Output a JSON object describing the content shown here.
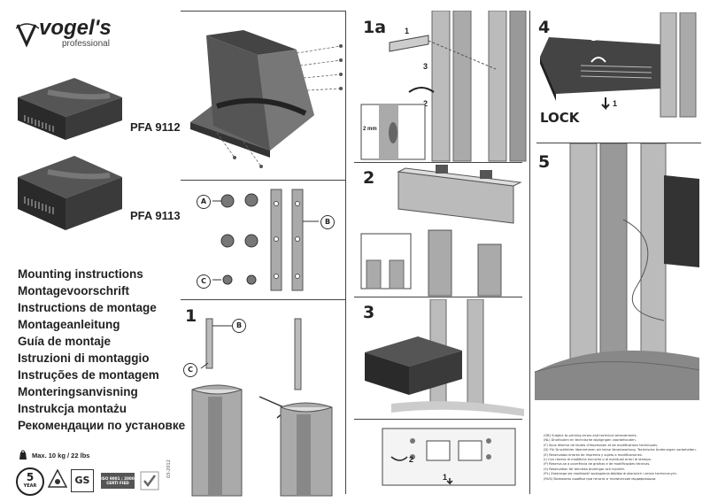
{
  "brand": {
    "name": "vogel's",
    "tagline": "professional"
  },
  "products": [
    {
      "model": "PFA 9112"
    },
    {
      "model": "PFA 9113"
    }
  ],
  "languages": [
    "Mounting instructions",
    "Montagevoorschrift",
    "Instructions de montage",
    "Montageanleitung",
    "Guía de montaje",
    "Istruzioni di montaggio",
    "Instruções de montagem",
    "Monteringsanvisning",
    "Instrukcja montażu",
    "Рекомендации по установке"
  ],
  "max_load": "Max. 10 kg / 22 lbs",
  "certs": {
    "years_num": "5",
    "years_word": "YEAR",
    "gs": "GS",
    "iso_line1": "ISO 9001 : 2000",
    "iso_line2": "CERTI FIED"
  },
  "print_code": "03-2012",
  "parts": {
    "a": "A",
    "b": "B",
    "c": "C"
  },
  "steps": {
    "s1": "1",
    "s1a": "1a",
    "s2": "2",
    "s3": "3",
    "s4": "4",
    "s5": "5",
    "lock": "LOCK",
    "gap": "2 mm",
    "n1": "1",
    "n2": "2",
    "n3": "3"
  },
  "disclaimer": [
    "(GB) Subject to printing errors and technical amendments.",
    "(NL) Drukfouten en technische wijzigingen voorbehouden.",
    "(F) Sous réserve de fautes d'impression et de modifications techniques.",
    "(D) Für Druckfehler übernehmen wir keine Verantwortung. Technische Änderungen vorbehalten.",
    "(E) Reservados errores de imprenta y sujeto a modificaciones.",
    "(I) Con riserva di modifiche tecniche o di eventuali errori di stampa.",
    "(P) Reserva-se a ocorrência de gralhas e de modificações técnicas.",
    "(S) Reservation för tekniska ändringar och tryckfel.",
    "(PL) Zastrzega się możliwość wystąpienia błędów drukarskich i zmian technicznych.",
    "(RUS) Возможны ошибки при печати и технические модификации."
  ]
}
